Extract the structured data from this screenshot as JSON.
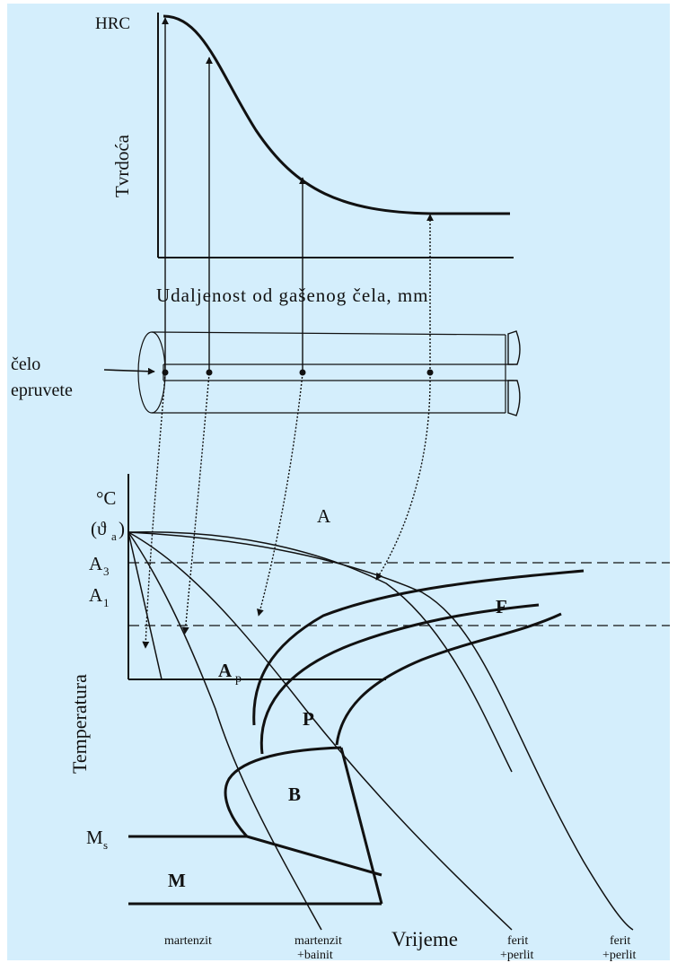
{
  "colors": {
    "background": "#d4eefc",
    "ink": "#111111"
  },
  "top_plot": {
    "y_top_label": "HRC",
    "y_axis_label": "Tvrdoća",
    "x_axis_label": "Udaljenost od gašenog čela, mm"
  },
  "specimen": {
    "label_line1": "čelo",
    "label_line2": "epruvete"
  },
  "cct": {
    "temp_unit": "°C",
    "theta_label": "(ϑ",
    "theta_sub": "a",
    "theta_close": " )",
    "A3": "A",
    "A3_sub": "3",
    "A1": "A",
    "A1_sub": "1",
    "Ms": "M",
    "Ms_sub": "s",
    "y_axis_label": "Temperatura",
    "x_axis_label": "Vrijeme",
    "regions": {
      "austenite": "A",
      "ap_main": "A",
      "ap_sub": "p",
      "ferrite": "F",
      "pearlite": "P",
      "bainite": "B",
      "martensite": "M"
    },
    "bottom_labels": {
      "l1": "martenzit",
      "l2a": "martenzit",
      "l2b": "+bainit",
      "l3a": "ferit",
      "l3b": "+perlit",
      "l4a": "ferit",
      "l4b": "+perlit"
    }
  }
}
